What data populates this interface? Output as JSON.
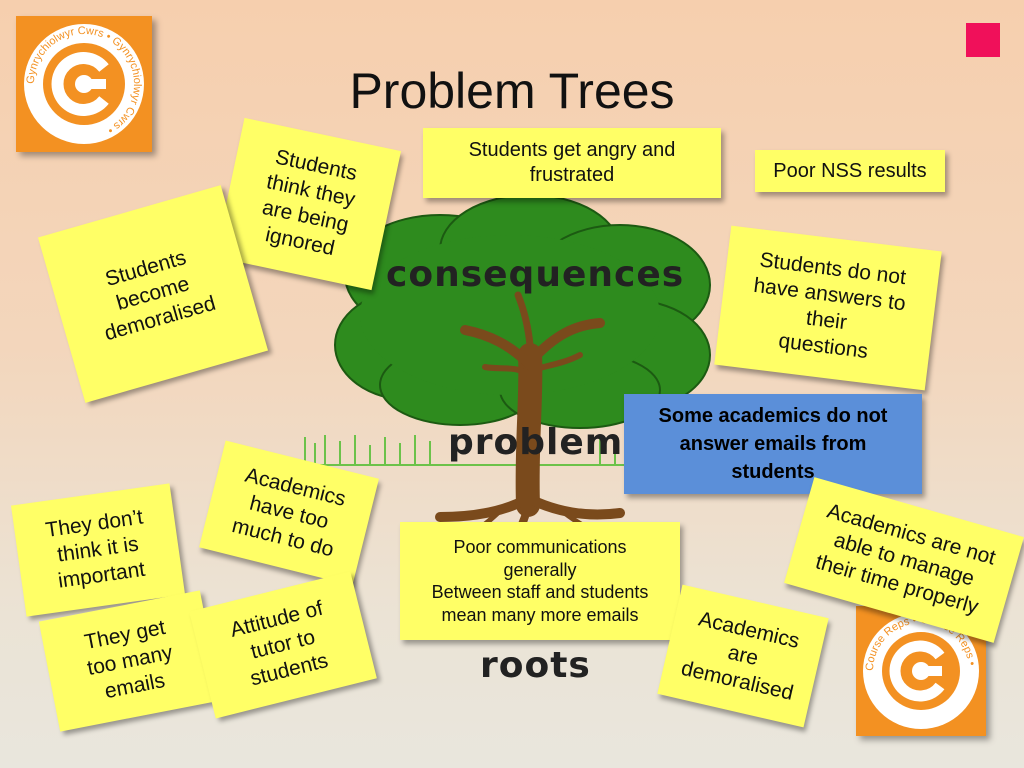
{
  "slide": {
    "title": "Problem Trees"
  },
  "logos": {
    "top_left_text": "Gynrychiolwyr Cwrs • Gynrychiolwyr Cwrs •",
    "bottom_right_text": "Course Reps • Course Reps •"
  },
  "tree": {
    "consequences_label": "consequences",
    "problem_label": "problem",
    "roots_label": "roots"
  },
  "notes": {
    "angry": "Students get angry and\nfrustrated",
    "nss": "Poor NSS results",
    "ignored": "Students\nthink they\nare being\nignored",
    "demoralised_students": "Students\nbecome\ndemoralised",
    "no_answers": "Students do not\nhave answers to\ntheir\nquestions",
    "core_problem": "Some academics do not\nanswer emails from\nstudents",
    "too_much": "Academics\nhave too\nmuch to do",
    "not_important": "They don’t\nthink it is\nimportant",
    "poor_comms": "Poor communications\ngenerally\nBetween staff and students\nmean  many more emails",
    "time_manage": "Academics are not\nable to manage\ntheir time properly",
    "too_many_emails": "They get\ntoo many\nemails",
    "attitude": "Attitude of\ntutor to\nstudents",
    "academics_demoralised": "Academics\nare\ndemoralised"
  },
  "colors": {
    "sticky_note": "#ffff66",
    "core_problem_note": "#5b8fd9",
    "logo_orange": "#f39122",
    "accent_pink": "#f0105a",
    "tree_green": "#2e8b1e"
  }
}
